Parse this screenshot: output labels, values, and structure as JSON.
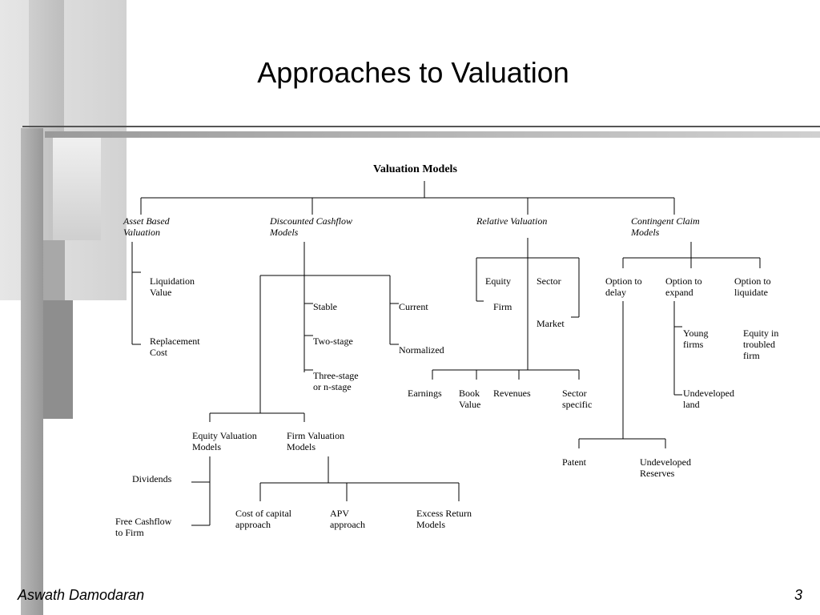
{
  "title": "Approaches to Valuation",
  "footer": {
    "author": "Aswath Damodaran",
    "page": "3"
  },
  "diagram": {
    "root": "Valuation Models",
    "categories": {
      "asset": [
        "Asset Based",
        "Valuation"
      ],
      "dcf": [
        "Discounted Cashflow",
        "Models"
      ],
      "relative": "Relative Valuation",
      "contingent": [
        "Contingent Claim",
        "Models"
      ]
    },
    "asset": {
      "liquidation": [
        "Liquidation",
        "Value"
      ],
      "replacement": [
        "Replacement",
        "Cost"
      ]
    },
    "dcf": {
      "stable": "Stable",
      "two_stage": "Two-stage",
      "three_stage": [
        "Three-stage",
        "or n-stage"
      ],
      "current": "Current",
      "normalized": "Normalized",
      "equity_models": [
        "Equity Valuation",
        "Models"
      ],
      "firm_models": [
        "Firm Valuation",
        "Models"
      ],
      "dividends": "Dividends",
      "fcff": [
        "Free Cashflow",
        "to Firm"
      ],
      "cost_of_capital": [
        "Cost of capital",
        "approach"
      ],
      "apv": [
        "APV",
        "approach"
      ],
      "excess_return": [
        "Excess Return",
        "Models"
      ]
    },
    "relative": {
      "equity": "Equity",
      "firm": "Firm",
      "sector": "Sector",
      "market": "Market",
      "earnings": "Earnings",
      "book_value": [
        "Book",
        "Value"
      ],
      "revenues": "Revenues",
      "sector_specific": [
        "Sector",
        "specific"
      ]
    },
    "contingent": {
      "delay": [
        "Option to",
        "delay"
      ],
      "expand": [
        "Option to",
        "expand"
      ],
      "liquidate": [
        "Option to",
        "liquidate"
      ],
      "young_firms": [
        "Young",
        "firms"
      ],
      "undeveloped_land": [
        "Undeveloped",
        "land"
      ],
      "equity_troubled": [
        "Equity in",
        "troubled",
        "firm"
      ],
      "patent": "Patent",
      "undeveloped_reserves": [
        "Undeveloped",
        "Reserves"
      ]
    }
  }
}
